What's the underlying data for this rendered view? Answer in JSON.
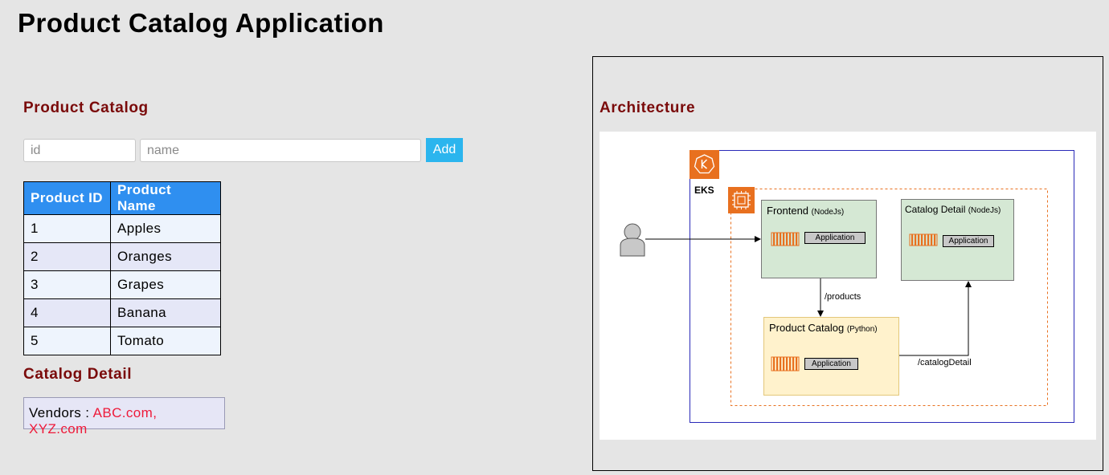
{
  "page": {
    "title": "Product Catalog Application"
  },
  "catalog": {
    "title": "Product Catalog",
    "id_placeholder": "id",
    "name_placeholder": "name",
    "add_label": "Add",
    "columns": [
      "Product ID",
      "Product Name"
    ],
    "rows": [
      {
        "id": "1",
        "name": "Apples"
      },
      {
        "id": "2",
        "name": "Oranges"
      },
      {
        "id": "3",
        "name": "Grapes"
      },
      {
        "id": "4",
        "name": "Banana"
      },
      {
        "id": "5",
        "name": "Tomato"
      }
    ]
  },
  "detail": {
    "title": "Catalog Detail",
    "vendors_label": "Vendors : ",
    "vendors_value": "ABC.com, XYZ.com"
  },
  "architecture": {
    "title": "Architecture",
    "cluster_label": "EKS",
    "frontend": {
      "name": "Frontend ",
      "runtime": "(NodeJs)"
    },
    "catalog_detail": {
      "name": "Catalog Detail ",
      "runtime": "(NodeJs)"
    },
    "product_catalog": {
      "name": "Product Catalog ",
      "runtime": "(Python)"
    },
    "app_label": "Application",
    "edge_products": "/products",
    "edge_catalog_detail": "/catalogDetail",
    "icons": [
      "user-icon",
      "kubernetes-icon",
      "compute-node-icon",
      "container-icon"
    ],
    "colors": {
      "eks": "#e8701f",
      "cluster_border": "#2a2ab8",
      "frontend_fill": "#d5e8d4",
      "product_fill": "#fff2cc"
    }
  },
  "theme": {
    "section_title": "#7a0a0a",
    "table_header": "#2f8ff0",
    "button": "#2bb5ee",
    "link": "#ee1a3a"
  }
}
